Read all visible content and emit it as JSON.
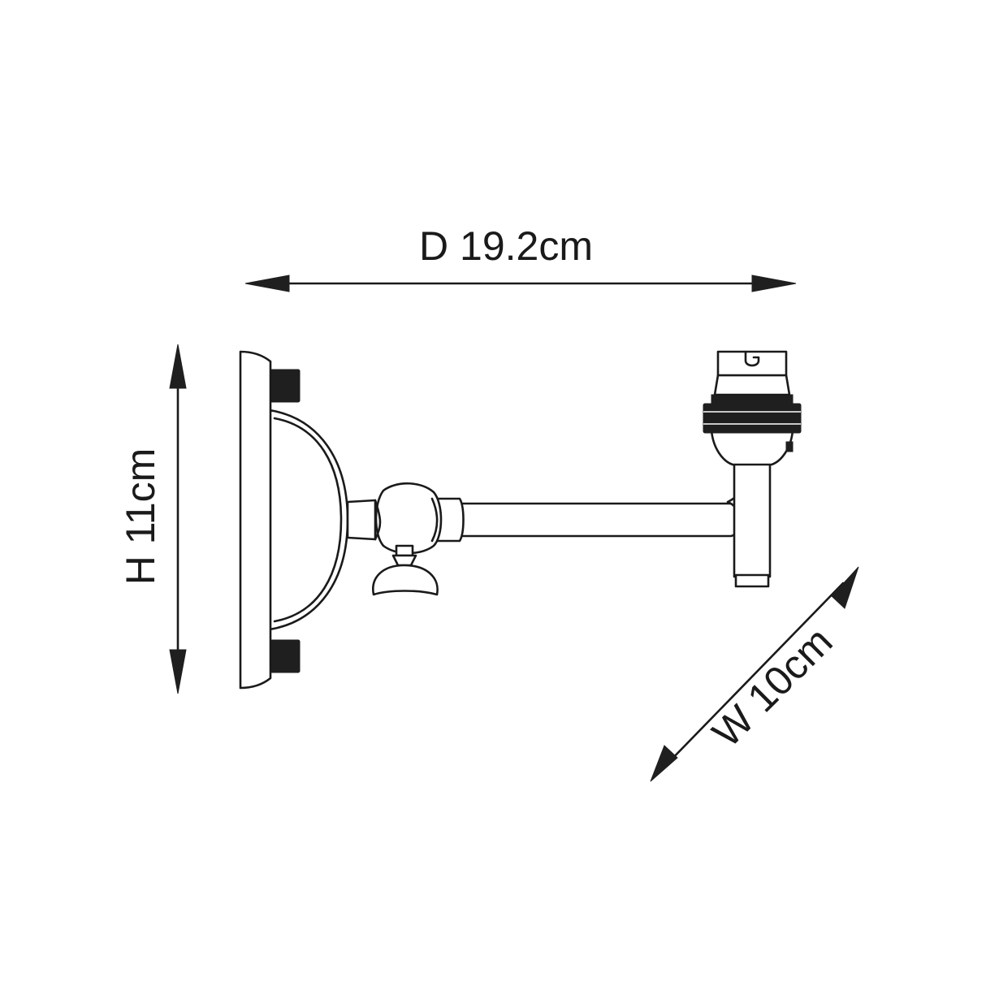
{
  "dimensions": {
    "depth_label": "D 19.2cm",
    "height_label": "H 11cm",
    "width_label": "W 10cm"
  },
  "colors": {
    "line": "#1a1a1a",
    "background": "#ffffff"
  }
}
